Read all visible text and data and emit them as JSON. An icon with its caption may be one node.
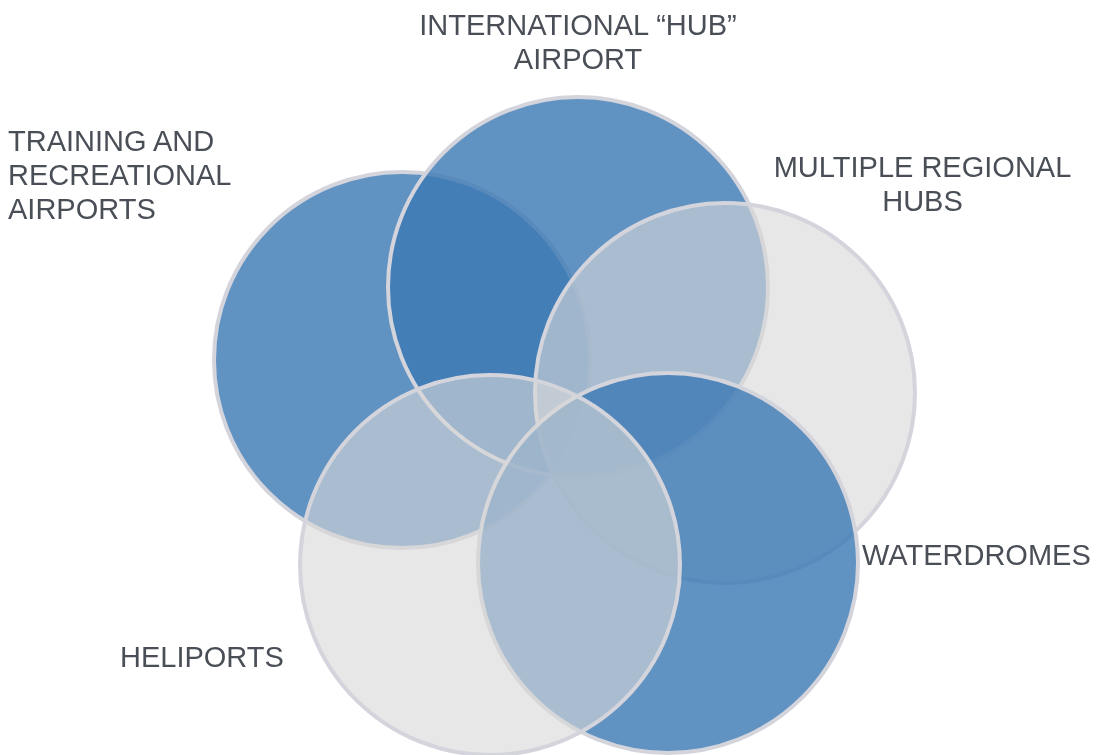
{
  "diagram": {
    "nodes": [
      {
        "text": [
          "TRAINING AND RECREATIONAL AIRPORTS"
        ]
      },
      {
        "text": [
          "INTERNATIONAL “HUB” AIRPORT"
        ]
      },
      {
        "text": [
          "MULTIPLE REGIONAL HUBS"
        ]
      },
      {
        "text": [
          "WATERDROMES"
        ]
      },
      {
        "text": [
          "HELIPORTS"
        ]
      }
    ]
  }
}
